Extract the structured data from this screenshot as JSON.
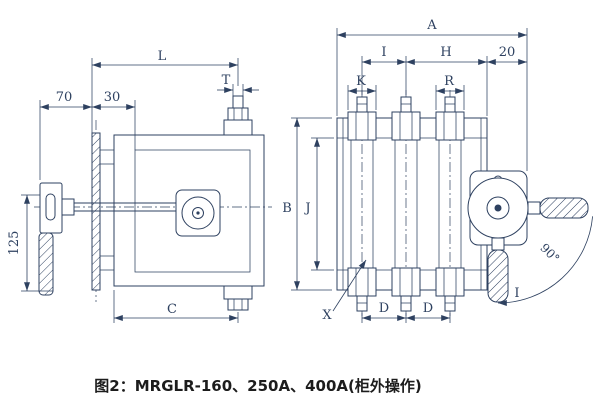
{
  "caption": "图2：MRGLR-160、250A、400A(柜外操作)",
  "labels": {
    "L": "L",
    "T": "T",
    "n70": "70",
    "n30": "30",
    "n125": "125",
    "C": "C",
    "A": "A",
    "I_pitch": "I",
    "H": "H",
    "n20": "20",
    "K": "K",
    "R": "R",
    "B": "B",
    "J": "J",
    "X": "X",
    "D_left": "D",
    "D_right": "D",
    "angle": "90°",
    "I_handle": "I"
  },
  "colors": {
    "line": "#2e4160",
    "caption": "#1c1c1c",
    "background": "#ffffff"
  }
}
